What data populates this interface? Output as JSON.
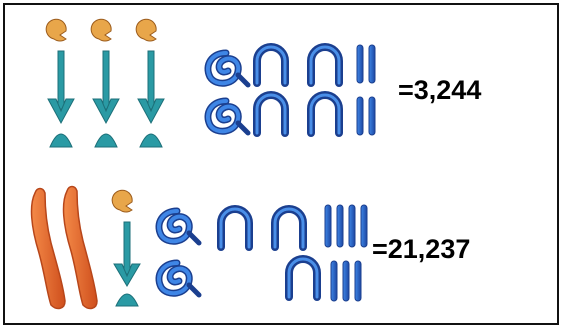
{
  "rows": [
    {
      "value_text": "=3,244",
      "glyphs": [
        "lotus-thousand",
        "lotus-thousand",
        "lotus-thousand",
        "coil-hundred",
        "coil-hundred",
        "heel-ten",
        "heel-ten",
        "heel-ten",
        "heel-ten",
        "stroke-one",
        "stroke-one",
        "stroke-one",
        "stroke-one"
      ]
    },
    {
      "value_text": "=21,237",
      "glyphs": [
        "finger-ten-thousand",
        "finger-ten-thousand",
        "lotus-thousand",
        "coil-hundred",
        "coil-hundred",
        "heel-ten",
        "heel-ten",
        "heel-ten",
        "stroke-one",
        "stroke-one",
        "stroke-one",
        "stroke-one",
        "stroke-one",
        "stroke-one",
        "stroke-one"
      ]
    }
  ],
  "colors": {
    "blue": "#2a62c8",
    "blue_dark": "#1b3f8f",
    "teal": "#2a9aa4",
    "teal_dark": "#1c6f78",
    "orange": "#ec6a2a",
    "orange_dark": "#b7461a",
    "pad": "#e8a64a"
  }
}
